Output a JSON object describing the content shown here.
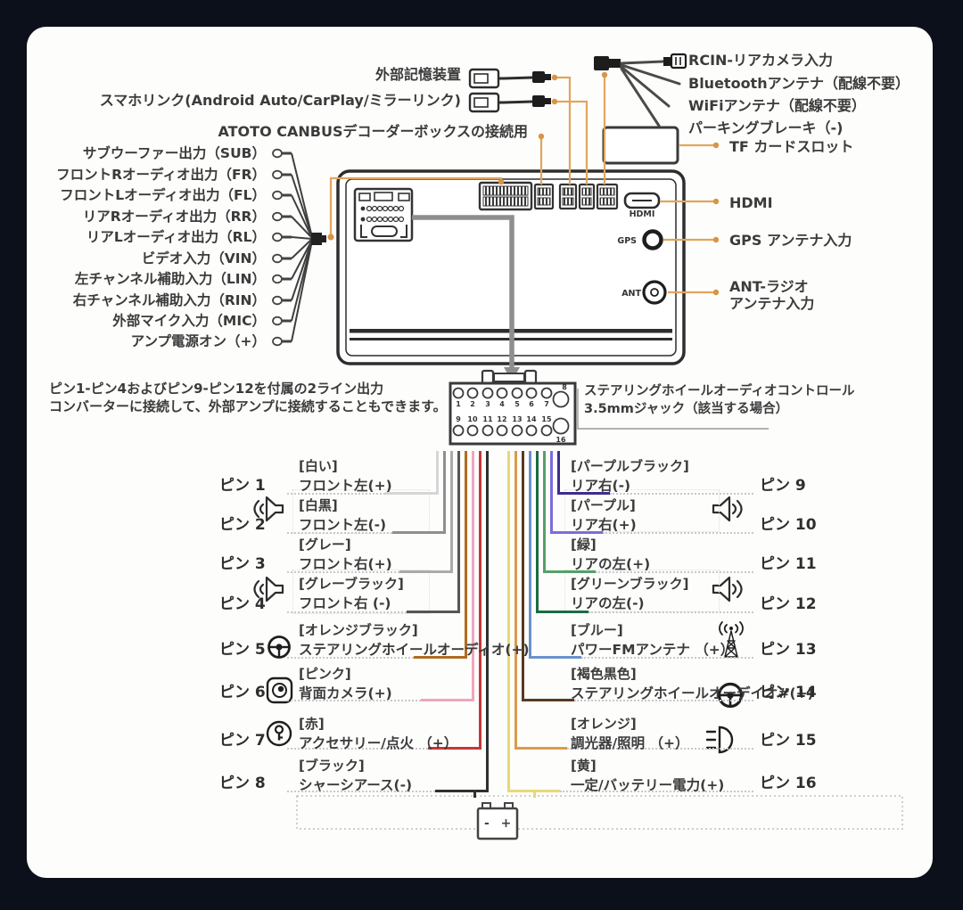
{
  "accent_color": "#e2a55c",
  "top_left": {
    "storage": "外部記憶装置",
    "phone_link": "スマホリンク(Android Auto/CarPlay/ミラーリンク)",
    "canbus": "ATOTO CANBUSデコーダーボックスの接続用"
  },
  "top_right": {
    "rcin": "RCIN-リアカメラ入力",
    "bluetooth": "Bluetoothアンテナ（配線不要）",
    "wifi": "WiFiアンテナ（配線不要）",
    "parking_brake": "パーキングブレーキ（-)",
    "tf_slot": "TF カードスロット"
  },
  "rca_outputs": [
    "サブウーファー出力（SUB）",
    "フロントRオーディオ出力（FR）",
    "フロントLオーディオ出力（FL）",
    "リアRオーディオ出力（RR）",
    "リアLオーディオ出力（RL）",
    "ビデオ入力（VIN）",
    "左チャンネル補助入力（LIN）",
    "右チャンネル補助入力（RIN）",
    "外部マイク入力（MIC）",
    "アンプ電源オン（+）"
  ],
  "unit": {
    "hdmi_port": "HDMI",
    "gps_port": "GPS",
    "ant_port": "ANT",
    "hdmi_label": "HDMI",
    "gps_label": "GPS アンテナ入力",
    "ant_label_line1": "ANT-ラジオ",
    "ant_label_line2": "アンテナ入力"
  },
  "note": {
    "line1": "ピン1-ピン4およびピン9-ピン12を付属の2ライン出力",
    "line2": "コンバーターに接続して、外部アンプに接続することもできます。"
  },
  "connector": {
    "numbers": [
      "1",
      "2",
      "3",
      "4",
      "5",
      "6",
      "7",
      "8",
      "9",
      "10",
      "11",
      "12",
      "13",
      "14",
      "15",
      "16"
    ],
    "swc_line1": "ステアリングホイールオーディオコントロール",
    "swc_line2": "3.5mmジャック（該当する場合）"
  },
  "pins_left": [
    {
      "pin": "ピン 1",
      "color_name": "[白い]",
      "function": "フロント左(+)",
      "wire_color": "#d6d6d6",
      "icon": "speaker"
    },
    {
      "pin": "ピン 2",
      "color_name": "[白黒]",
      "function": "フロント左(-)",
      "wire_color": "#8f8f8f",
      "icon": "speaker"
    },
    {
      "pin": "ピン 3",
      "color_name": "[グレー]",
      "function": "フロント右(+)",
      "wire_color": "#ababab",
      "icon": "speaker"
    },
    {
      "pin": "ピン 4",
      "color_name": "[グレーブラック]",
      "function": "フロント右 (-)",
      "wire_color": "#565656",
      "icon": "speaker"
    },
    {
      "pin": "ピン 5",
      "color_name": "[オレンジブラック]",
      "function": "ステアリングホイールオーディオ(+)",
      "wire_color": "#b06c20",
      "icon": "steering-wheel"
    },
    {
      "pin": "ピン 6",
      "color_name": "[ピンク]",
      "function": "背面カメラ(+)",
      "wire_color": "#efa6bc",
      "icon": "rear-camera"
    },
    {
      "pin": "ピン 7",
      "color_name": "[赤]",
      "function": "アクセサリー/点火 （+）",
      "wire_color": "#c43737",
      "icon": "ignition-key"
    },
    {
      "pin": "ピン 8",
      "color_name": "[ブラック]",
      "function": "シャーシアース(-)",
      "wire_color": "#2f2f2f",
      "icon": "battery-ground"
    }
  ],
  "pins_right": [
    {
      "pin": "ピン 9",
      "color_name": "[パープルブラック]",
      "function": "リア右(-)",
      "wire_color": "#3a2f8e",
      "icon": "speaker"
    },
    {
      "pin": "ピン 10",
      "color_name": "[パープル]",
      "function": "リア右(+)",
      "wire_color": "#7e6cd8",
      "icon": "speaker"
    },
    {
      "pin": "ピン 11",
      "color_name": "[緑]",
      "function": "リアの左(+)",
      "wire_color": "#55a06a",
      "icon": "speaker"
    },
    {
      "pin": "ピン 12",
      "color_name": "[グリーンブラック]",
      "function": "リアの左(-)",
      "wire_color": "#1c6b40",
      "icon": "speaker"
    },
    {
      "pin": "ピン 13",
      "color_name": "[ブルー]",
      "function": "パワーFMアンテナ （+）",
      "wire_color": "#6a92cc",
      "icon": "fm-antenna"
    },
    {
      "pin": "ピン 14",
      "color_name": "[褐色黒色]",
      "function": "ステアリングホイールオーデイオ#(+)",
      "wire_color": "#5a3a20",
      "icon": "steering-wheel"
    },
    {
      "pin": "ピン 15",
      "color_name": "[オレンジ]",
      "function": "調光器/照明 （+）",
      "wire_color": "#dc9a4c",
      "icon": "dimmer-headlight"
    },
    {
      "pin": "ピン 16",
      "color_name": "[黄]",
      "function": "一定/バッテリー電力(+)",
      "wire_color": "#e8d878",
      "icon": "battery"
    }
  ],
  "battery": {
    "label": "- +"
  }
}
